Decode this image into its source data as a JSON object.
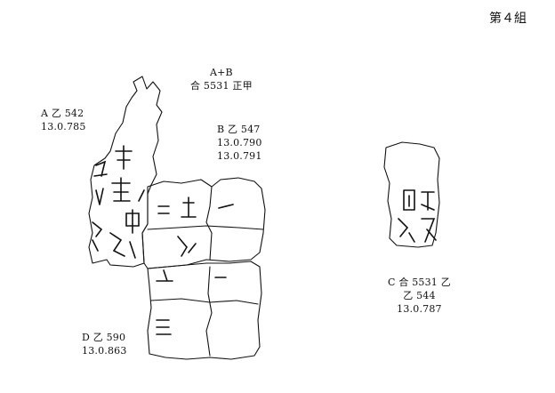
{
  "header": {
    "group": "第４組"
  },
  "labels": {
    "ab": {
      "line1": "A+B",
      "line2": "合 5531 正甲"
    },
    "a": {
      "line1": "A 乙 542",
      "line2": "13.0.785"
    },
    "b": {
      "line1": "B 乙 547",
      "line2": "13.0.790",
      "line3": "13.0.791"
    },
    "c": {
      "line1": "C 合 5531 乙",
      "line2": "乙 544",
      "line3": "13.0.787"
    },
    "d": {
      "line1": "D 乙 590",
      "line2": "13.0.863"
    }
  },
  "colors": {
    "ink": "#111111",
    "background": "#ffffff"
  }
}
